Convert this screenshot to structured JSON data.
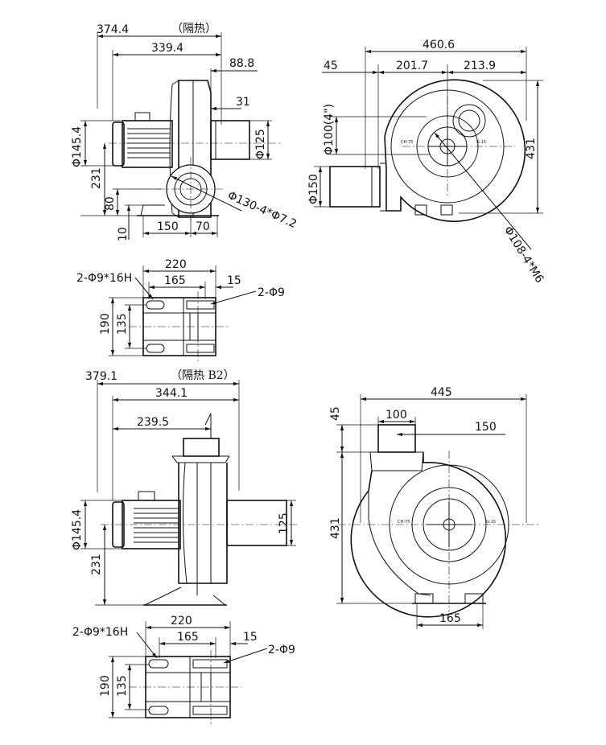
{
  "colors": {
    "ink": "#111111",
    "background": "#ffffff"
  },
  "view1": {
    "dim_total": "374.4",
    "note": "（隔热）",
    "dim_width": "339.4",
    "dim_outlet_offset": "88.8",
    "dim_flange": "31",
    "dim_motor_dia": "Φ145.4",
    "dim_outlet_dia": "Φ125",
    "dim_height": "231",
    "dim_base_height": "80",
    "dim_base_thk": "10",
    "dim_base_len": "150",
    "dim_base_off": "70",
    "dim_inlet_flange": "Φ130-4*Φ7.2"
  },
  "view2": {
    "dim_total": "460.6",
    "dim_left": "45",
    "dim_mid": "201.7",
    "dim_right": "213.9",
    "dim_inlet": "Φ100(4\")",
    "dim_height": "431",
    "dim_outlet": "Φ150",
    "dim_bolt": "Φ108-4*M6",
    "label_a": "CH-75",
    "label_b": "G-15"
  },
  "base1": {
    "dim_len": "220",
    "dim_hole_span": "165",
    "dim_edge": "15",
    "dim_holes_a": "2-Φ9*16H",
    "dim_holes_b": "2-Φ9",
    "dim_width": "190",
    "dim_inner": "135"
  },
  "view3": {
    "dim_total": "379.1",
    "note": "（隔热 B2）",
    "dim_width": "344.1",
    "dim_offset": "239.5",
    "dim_motor_dia": "Φ145.4",
    "dim_outlet": "125",
    "dim_height": "231"
  },
  "view4": {
    "dim_total": "445",
    "dim_top": "45",
    "dim_outlet_w": "100",
    "dim_offset": "150",
    "dim_height": "431",
    "dim_base": "165",
    "label_a": "CH-75",
    "label_b": "G-15"
  },
  "base2": {
    "dim_len": "220",
    "dim_hole_span": "165",
    "dim_edge": "15",
    "dim_holes_a": "2-Φ9*16H",
    "dim_holes_b": "2-Φ9",
    "dim_width": "190",
    "dim_inner": "135"
  }
}
